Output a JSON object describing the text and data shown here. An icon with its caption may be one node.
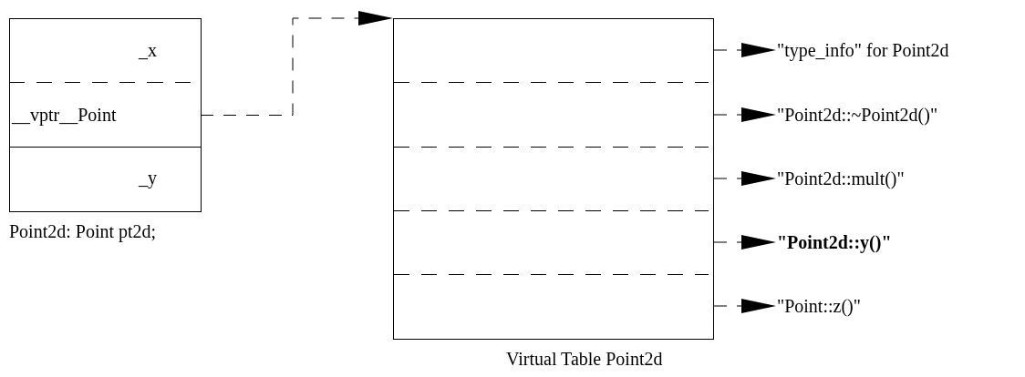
{
  "diagram": {
    "nodes": [
      {
        "text": [],
        "shape": "box",
        "beside": [
          "Point2d: Point pt2d;"
        ]
      },
      {
        "text": [
          "_x"
        ],
        "in": 0
      },
      {
        "text": [
          "__vptr__Point"
        ],
        "in": 0
      },
      {
        "text": [
          "_y"
        ],
        "in": 0
      },
      {
        "text": [],
        "shape": "box",
        "beside": [
          "Virtual Table Point2d"
        ]
      },
      {
        "text": [
          "\"type_info\" for Point2d"
        ]
      },
      {
        "text": [
          "\"Point2d::~Point2d()\""
        ]
      },
      {
        "text": [
          "\"Point2d::mult()\""
        ]
      },
      {
        "text": [
          "\"Point2d::y()\""
        ]
      },
      {
        "text": [
          "\"Point::z()\""
        ]
      }
    ],
    "edges": [
      {
        "from": 2,
        "to": 4,
        "arrow": "to",
        "style": "dashed"
      },
      {
        "from": 4,
        "to": 5,
        "arrow": "to",
        "style": "dashed"
      },
      {
        "from": 4,
        "to": 6,
        "arrow": "to",
        "style": "dashed"
      },
      {
        "from": 4,
        "to": 7,
        "arrow": "to",
        "style": "dashed"
      },
      {
        "from": 4,
        "to": 8,
        "arrow": "to",
        "style": "dashed"
      },
      {
        "from": 4,
        "to": 9,
        "arrow": "to",
        "style": "dashed"
      }
    ]
  }
}
